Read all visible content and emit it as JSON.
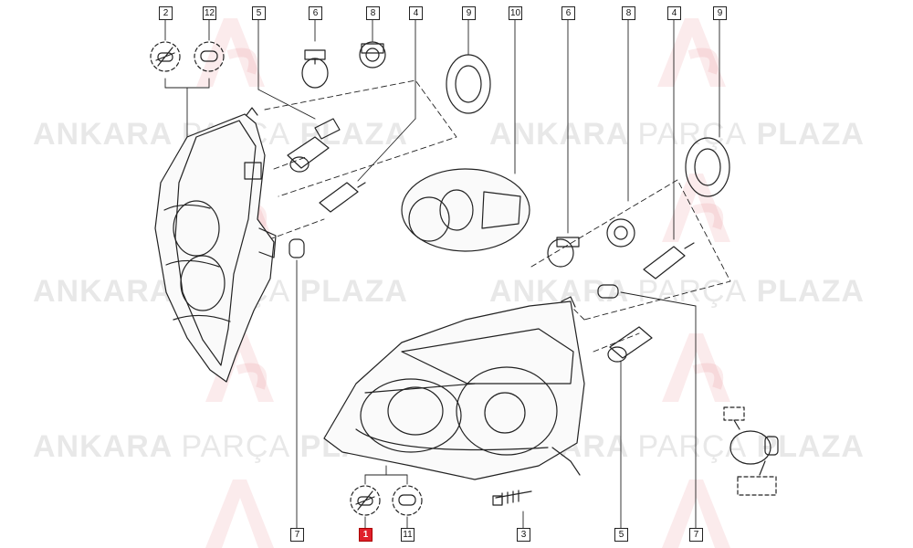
{
  "watermark": {
    "brand_bold_left": "ANKARA",
    "brand_thin": "PARÇA",
    "brand_bold_right": "PLAZA"
  },
  "parts": {
    "top_row": [
      "2",
      "12",
      "5",
      "6",
      "8",
      "4",
      "9",
      "10",
      "6",
      "8",
      "4",
      "9"
    ],
    "bottom_row": [
      "7",
      "1",
      "11",
      "3",
      "5",
      "7"
    ],
    "selected": "1"
  },
  "colors": {
    "selected_part": "#e0202c",
    "line_art": "#222222",
    "watermark": "#969696"
  }
}
